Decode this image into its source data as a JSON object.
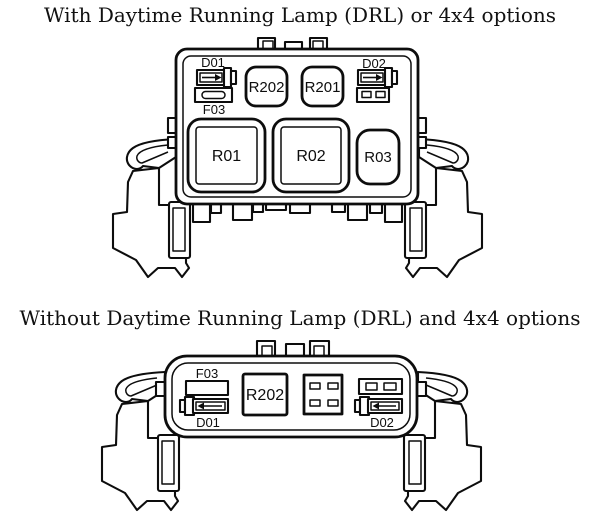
{
  "colors": {
    "background": "#ffffff",
    "line": "#0d0d0d"
  },
  "diagram_top": {
    "title": "With Daytime Running Lamp (DRL) or 4x4 options",
    "labels": {
      "d01": "D01",
      "f03": "F03",
      "r202": "R202",
      "r201": "R201",
      "d02": "D02",
      "r01": "R01",
      "r02": "R02",
      "r03": "R03"
    }
  },
  "diagram_bottom": {
    "title": "Without Daytime Running Lamp (DRL) and 4x4 options",
    "labels": {
      "f03": "F03",
      "d01": "D01",
      "r202": "R202",
      "d02": "D02"
    }
  }
}
